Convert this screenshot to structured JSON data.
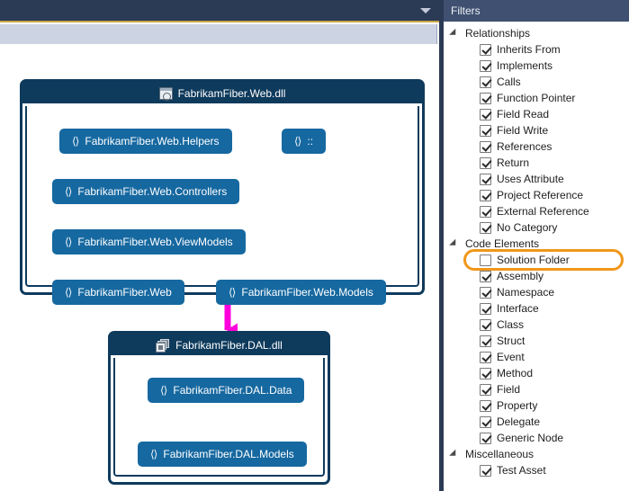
{
  "toolbar": {
    "dropdown_icon": "chevron-down-icon"
  },
  "diagram": {
    "assemblies": [
      {
        "name": "FabrikamFiber.Web.dll",
        "icon": "web-project-icon",
        "namespaces": [
          {
            "label": "FabrikamFiber.Web.Helpers",
            "icon": "namespace-icon"
          },
          {
            "label": "::",
            "icon": "namespace-icon"
          },
          {
            "label": "FabrikamFiber.Web.Controllers",
            "icon": "namespace-icon"
          },
          {
            "label": "FabrikamFiber.Web.ViewModels",
            "icon": "namespace-icon"
          },
          {
            "label": "FabrikamFiber.Web",
            "icon": "namespace-icon"
          },
          {
            "label": "FabrikamFiber.Web.Models",
            "icon": "namespace-icon"
          }
        ]
      },
      {
        "name": "FabrikamFiber.DAL.dll",
        "icon": "assembly-icon",
        "namespaces": [
          {
            "label": "FabrikamFiber.DAL.Data",
            "icon": "namespace-icon"
          },
          {
            "label": "FabrikamFiber.DAL.Models",
            "icon": "namespace-icon"
          }
        ]
      }
    ],
    "namespace_glyph": "⟨⟩",
    "edge_color": "#ff00dc"
  },
  "filters": {
    "title": "Filters",
    "groups": [
      {
        "label": "Relationships",
        "expanded": true,
        "items": [
          {
            "label": "Inherits From",
            "checked": true
          },
          {
            "label": "Implements",
            "checked": true
          },
          {
            "label": "Calls",
            "checked": true
          },
          {
            "label": "Function Pointer",
            "checked": true
          },
          {
            "label": "Field Read",
            "checked": true
          },
          {
            "label": "Field Write",
            "checked": true
          },
          {
            "label": "References",
            "checked": true
          },
          {
            "label": "Return",
            "checked": true
          },
          {
            "label": "Uses Attribute",
            "checked": true
          },
          {
            "label": "Project Reference",
            "checked": true
          },
          {
            "label": "External Reference",
            "checked": true
          },
          {
            "label": "No Category",
            "checked": true
          }
        ]
      },
      {
        "label": "Code Elements",
        "expanded": true,
        "items": [
          {
            "label": "Solution Folder",
            "checked": false,
            "highlighted": true
          },
          {
            "label": "Assembly",
            "checked": true
          },
          {
            "label": "Namespace",
            "checked": true
          },
          {
            "label": "Interface",
            "checked": true
          },
          {
            "label": "Class",
            "checked": true
          },
          {
            "label": "Struct",
            "checked": true
          },
          {
            "label": "Event",
            "checked": true
          },
          {
            "label": "Method",
            "checked": true
          },
          {
            "label": "Field",
            "checked": true
          },
          {
            "label": "Property",
            "checked": true
          },
          {
            "label": "Delegate",
            "checked": true
          },
          {
            "label": "Generic Node",
            "checked": true
          }
        ]
      },
      {
        "label": "Miscellaneous",
        "expanded": true,
        "items": [
          {
            "label": "Test Asset",
            "checked": true
          }
        ]
      }
    ],
    "highlight_color": "#f0971a"
  }
}
